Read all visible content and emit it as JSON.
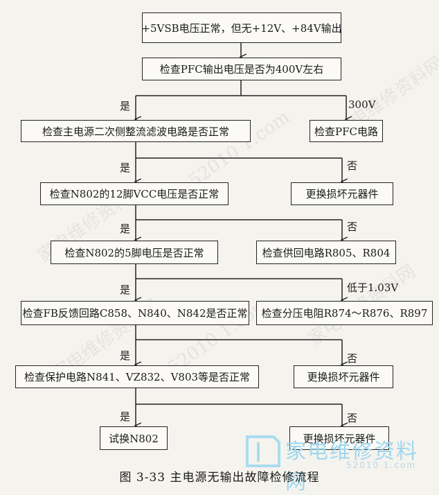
{
  "diagram": {
    "nodes": {
      "start": "+5VSB电压正常，但无+12V、+84V输出",
      "check_pfc_voltage": "检查PFC输出电压是否为400V左右",
      "check_secondary": "检查主电源二次侧整流滤波电路是否正常",
      "check_pfc_circuit": "检查PFC电路",
      "check_vcc": "检查N802的12脚VCC电压是否正常",
      "replace_1": "更换损坏元器件",
      "check_pin5": "检查N802的5脚电压是否正常",
      "check_supply": "检查供回电路R805、R804",
      "check_fb": "检查FB反馈回路C858、N840、N842是否正常",
      "check_divider": "检查分压电阻R874～R876、R897",
      "check_protect": "检查保护电路N841、VZ832、V803等是否正常",
      "replace_2": "更换损坏元器件",
      "try_replace": "试换N802",
      "replace_3": "更换损坏元器件"
    },
    "labels": {
      "yes": "是",
      "no": "否",
      "v300": "300V",
      "below": "低于1.03V"
    },
    "caption": "图 3-33   主电源无输出故障检修流程"
  },
  "watermark": {
    "text": "家电维修资料网",
    "url": "52010 1.com",
    "logo_text": "家电维修资料网",
    "logo_sub": "52010 1.com"
  }
}
